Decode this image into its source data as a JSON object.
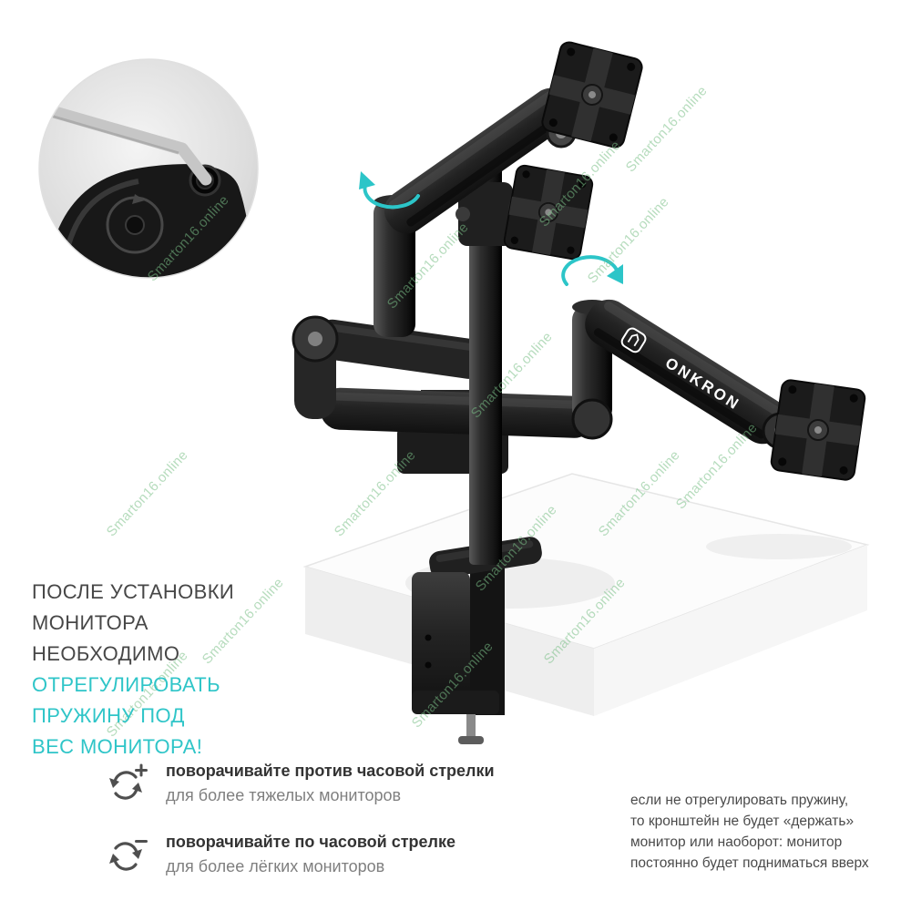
{
  "watermark": {
    "text": "Smarton16.online",
    "color": "#7ac086"
  },
  "product": {
    "brand": "ONKRON"
  },
  "left_note": {
    "accent_color": "#2fc5c8",
    "lines": [
      "ПОСЛЕ УСТАНОВКИ",
      "МОНИТОРА",
      "НЕОБХОДИМО",
      "ОТРЕГУЛИРОВАТЬ",
      "ПРУЖИНУ ПОД",
      "ВЕС МОНИТОРА!"
    ]
  },
  "instructions": [
    {
      "icon": "counterclockwise-plus-icon",
      "title": "поворачивайте против часовой стрелки",
      "subtitle": "для более тяжелых мониторов"
    },
    {
      "icon": "clockwise-minus-icon",
      "title": "поворачивайте по часовой стрелке",
      "subtitle": "для более лёгких мониторов"
    }
  ],
  "right_note": {
    "lines": [
      "если не отрегулировать пружину,",
      "то кронштейн не будет «держать»",
      "монитор или наоборот: монитор",
      "постоянно будет подниматься вверх"
    ]
  }
}
